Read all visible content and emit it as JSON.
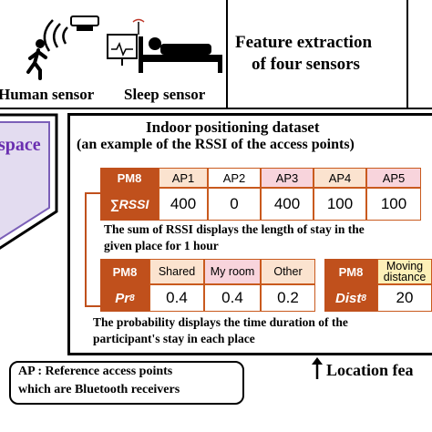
{
  "top_left": {
    "human_label": "Human sensor",
    "sleep_label": "Sleep sensor"
  },
  "feature_box": {
    "line1": "Feature extraction",
    "line2": "of four sensors"
  },
  "space_label": "space",
  "dataset": {
    "title_line1": "Indoor positioning dataset",
    "title_line2": "(an example of the RSSI of the access points)",
    "table1": {
      "pm": "PM8",
      "row_label": "∑RSSI",
      "headers": [
        "AP1",
        "AP2",
        "AP3",
        "AP4",
        "AP5"
      ],
      "values": [
        "400",
        "0",
        "400",
        "100",
        "100"
      ],
      "header_colors": [
        "#fbe3cf",
        "#ffffff",
        "#f8d4dc",
        "#fbe3cf",
        "#f8d4dc"
      ]
    },
    "note1_line1": "The sum of RSSI displays the length of stay in the",
    "note1_line2": "given place for 1 hour",
    "table2": {
      "pm": "PM8",
      "row_label": "Pr",
      "row_sub": "8",
      "headers": [
        "Shared",
        "My room",
        "Other"
      ],
      "values": [
        "0.4",
        "0.4",
        "0.2"
      ],
      "header_colors": [
        "#fbe3cf",
        "#f8d4dc",
        "#fbe3cf"
      ]
    },
    "table3": {
      "pm": "PM8",
      "row_label": "Dist",
      "row_sub": "8",
      "header_line1": "Moving",
      "header_line2": "distance",
      "value": "20",
      "header_color": "#fdf0b8"
    },
    "note2_line1": "The probability displays the time duration of the",
    "note2_line2": "participant's stay in each place"
  },
  "ap_box": {
    "line1": "AP : Reference access points",
    "line2": "which are Bluetooth receivers"
  },
  "location_label": "Location fea",
  "colors": {
    "accent_orange": "#c0501c",
    "space_purple": "#6a2fb0"
  }
}
